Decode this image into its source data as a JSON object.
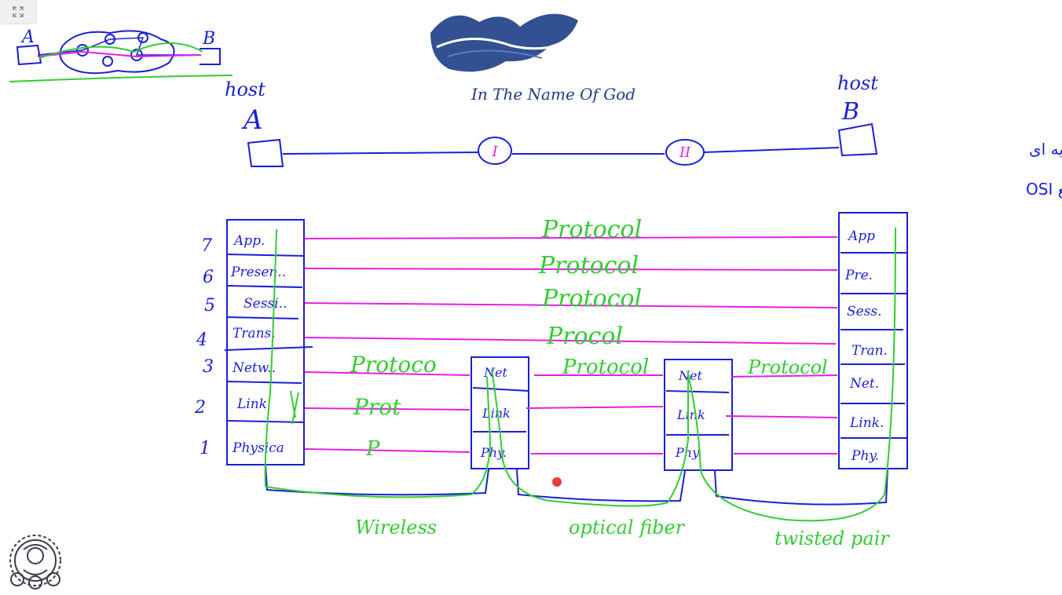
{
  "header": {
    "caption": "In The Name Of God"
  },
  "hosts": {
    "a": {
      "word": "host",
      "letter": "A"
    },
    "b": {
      "word": "host",
      "letter": "B"
    }
  },
  "routers": {
    "r1": "I",
    "r2": "II"
  },
  "persian_notes": [
    "مدل لایه ای",
    "مدل رجع OSI"
  ],
  "layer_numbers": [
    "7",
    "6",
    "5",
    "4",
    "3",
    "2",
    "1"
  ],
  "stack_a": [
    "App.",
    "Presen..",
    "Sessi..",
    "Trans.",
    "Netw..",
    "Link",
    "Physica"
  ],
  "stack_b": [
    "App",
    "Pre.",
    "Sess.",
    "Tran.",
    "Net.",
    "Link.",
    "Phy."
  ],
  "router1_layers": [
    "Net",
    "Link",
    "Phy."
  ],
  "router2_layers": [
    "Net",
    "Link",
    "Phy."
  ],
  "protocol_labels": {
    "top": [
      "Protocol",
      "Protocol",
      "Protocol",
      "Procol"
    ],
    "net": [
      "Protoco",
      "Protocol",
      "Protocol"
    ],
    "link": "Prot",
    "phy": "P"
  },
  "media_labels": [
    "Wireless",
    "optical fiber",
    "twisted pair"
  ],
  "mini_topology": {
    "a": "A",
    "b": "B"
  },
  "colors": {
    "ink_blue": "#1a1fd6",
    "ink_green": "#33cc33",
    "ink_magenta": "#e61ee6",
    "pointer": "#e53b3b"
  }
}
